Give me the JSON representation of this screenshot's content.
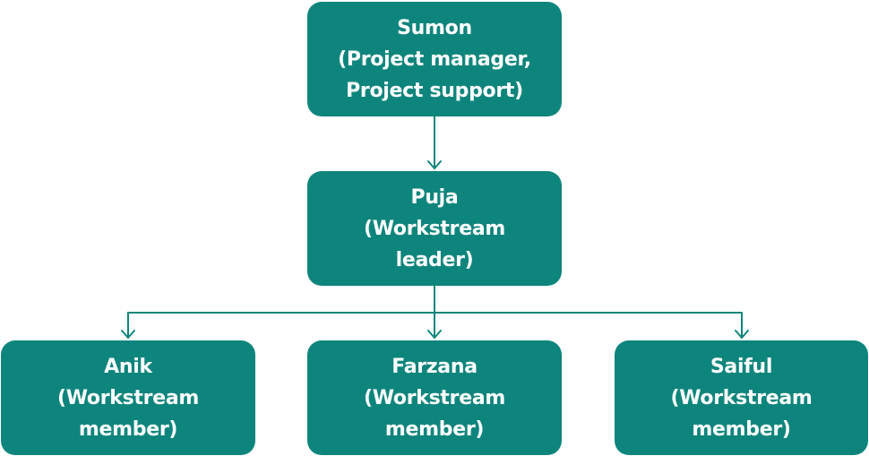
{
  "colors": {
    "node_fill": "#0e857c",
    "connector": "#0e857c",
    "text": "#ffffff"
  },
  "nodes": {
    "sumon": {
      "name": "Sumon",
      "role_line1": "(Project manager,",
      "role_line2": "Project support)"
    },
    "puja": {
      "name": "Puja",
      "role_line1": "(Workstream",
      "role_line2": "leader)"
    },
    "anik": {
      "name": "Anik",
      "role_line1": "(Workstream",
      "role_line2": "member)"
    },
    "farzana": {
      "name": "Farzana",
      "role_line1": "(Workstream",
      "role_line2": "member)"
    },
    "saiful": {
      "name": "Saiful",
      "role_line1": "(Workstream",
      "role_line2": "member)"
    }
  },
  "edges": [
    {
      "from": "sumon",
      "to": "puja"
    },
    {
      "from": "puja",
      "to": "anik"
    },
    {
      "from": "puja",
      "to": "farzana"
    },
    {
      "from": "puja",
      "to": "saiful"
    }
  ]
}
